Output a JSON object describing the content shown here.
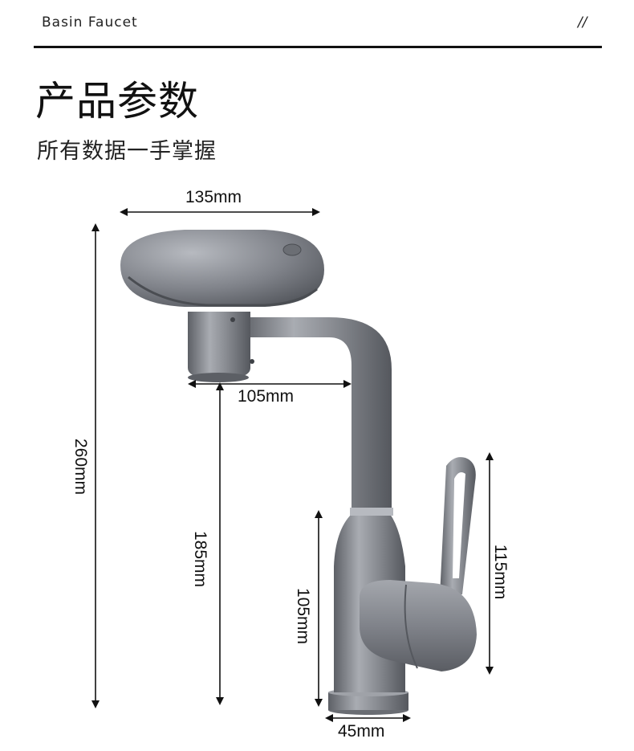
{
  "header": {
    "brand": "Basin Faucet",
    "mark": "//"
  },
  "title": "产品参数",
  "subtitle": "所有数据一手掌握",
  "dimensions": {
    "width_top": "135mm",
    "total_height": "260mm",
    "spout_reach": "105mm",
    "spout_height": "185mm",
    "body_height": "105mm",
    "handle_height": "115mm",
    "base_diameter": "45mm"
  },
  "product": {
    "name": "faucet-icon",
    "color": "#7c7f85"
  }
}
